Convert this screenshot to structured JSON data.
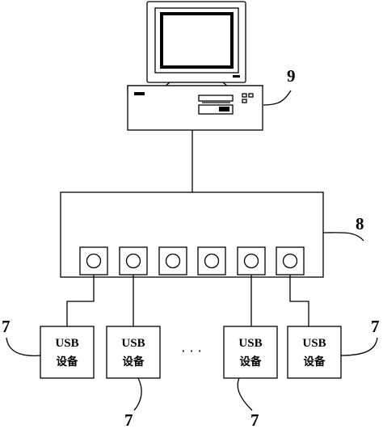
{
  "labels": {
    "computer_ref": "9",
    "hub_ref": "8",
    "device_ref": "7",
    "ellipsis": "· · ·"
  },
  "devices": [
    {
      "line1": "USB",
      "line2": "设备"
    },
    {
      "line1": "USB",
      "line2": "设备"
    },
    {
      "line1": "USB",
      "line2": "设备"
    },
    {
      "line1": "USB",
      "line2": "设备"
    }
  ]
}
